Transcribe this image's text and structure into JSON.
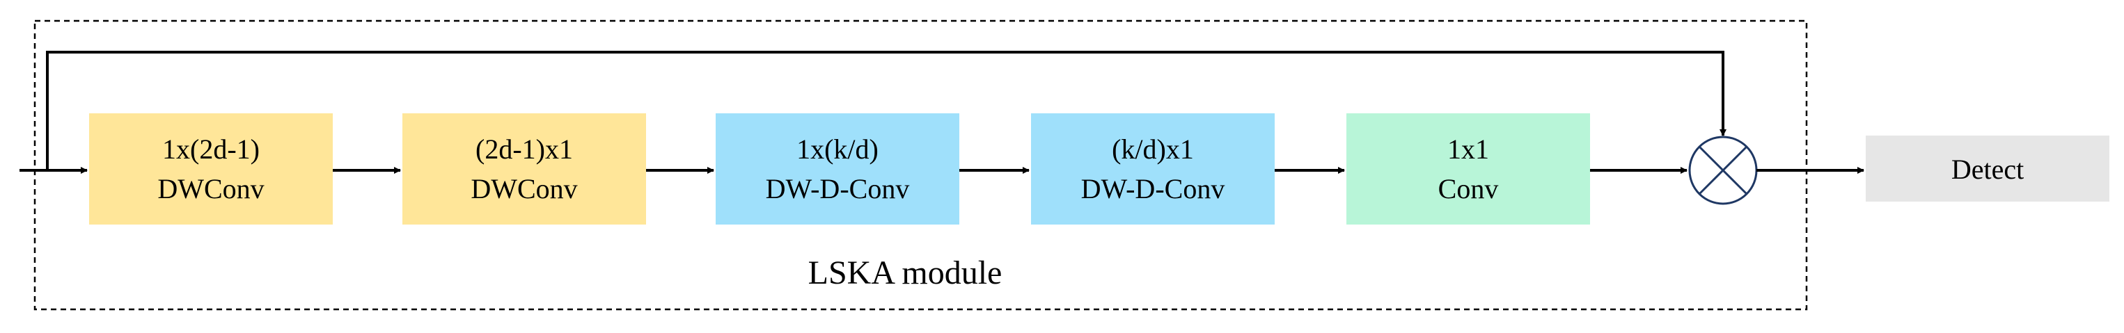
{
  "colors": {
    "conv_yellow": "#FFE699",
    "dwd_blue": "#9FE0FB",
    "pointwise_green": "#B8F5D8",
    "output_gray": "#E6E6E6",
    "line": "#000000",
    "multiply_stroke": "#1F3864"
  },
  "module": {
    "label": "LSKA module"
  },
  "blocks": [
    {
      "line1": "1x(2d-1)",
      "line2": "DWConv",
      "color": "#FFE699"
    },
    {
      "line1": "(2d-1)x1",
      "line2": "DWConv",
      "color": "#FFE699"
    },
    {
      "line1": "1x(k/d)",
      "line2": "DW-D-Conv",
      "color": "#9FE0FB"
    },
    {
      "line1": "(k/d)x1",
      "line2": "DW-D-Conv",
      "color": "#9FE0FB"
    },
    {
      "line1": "1x1",
      "line2": "Conv",
      "color": "#B8F5D8"
    }
  ],
  "operator": {
    "icon": "multiply-icon"
  },
  "output": {
    "label": "Detect"
  }
}
